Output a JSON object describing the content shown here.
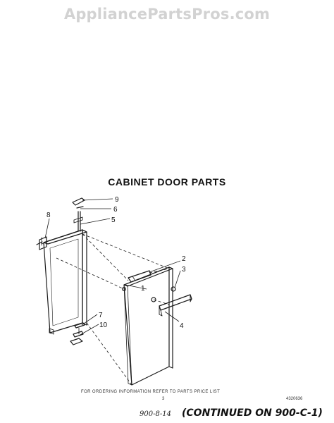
{
  "watermark": "AppliancePartsPros.com",
  "title": "CABINET DOOR PARTS",
  "callouts": [
    "9",
    "6",
    "5",
    "8",
    "2",
    "3",
    "1",
    "4",
    "7",
    "10"
  ],
  "footer": {
    "ordering_note": "FOR ORDERING INFORMATION REFER TO PARTS PRICE LIST",
    "page_number": "3",
    "document_number": "4320636",
    "handwritten_ref": "900-8-14",
    "continued": "(CONTINUED ON 900-C-1)"
  }
}
